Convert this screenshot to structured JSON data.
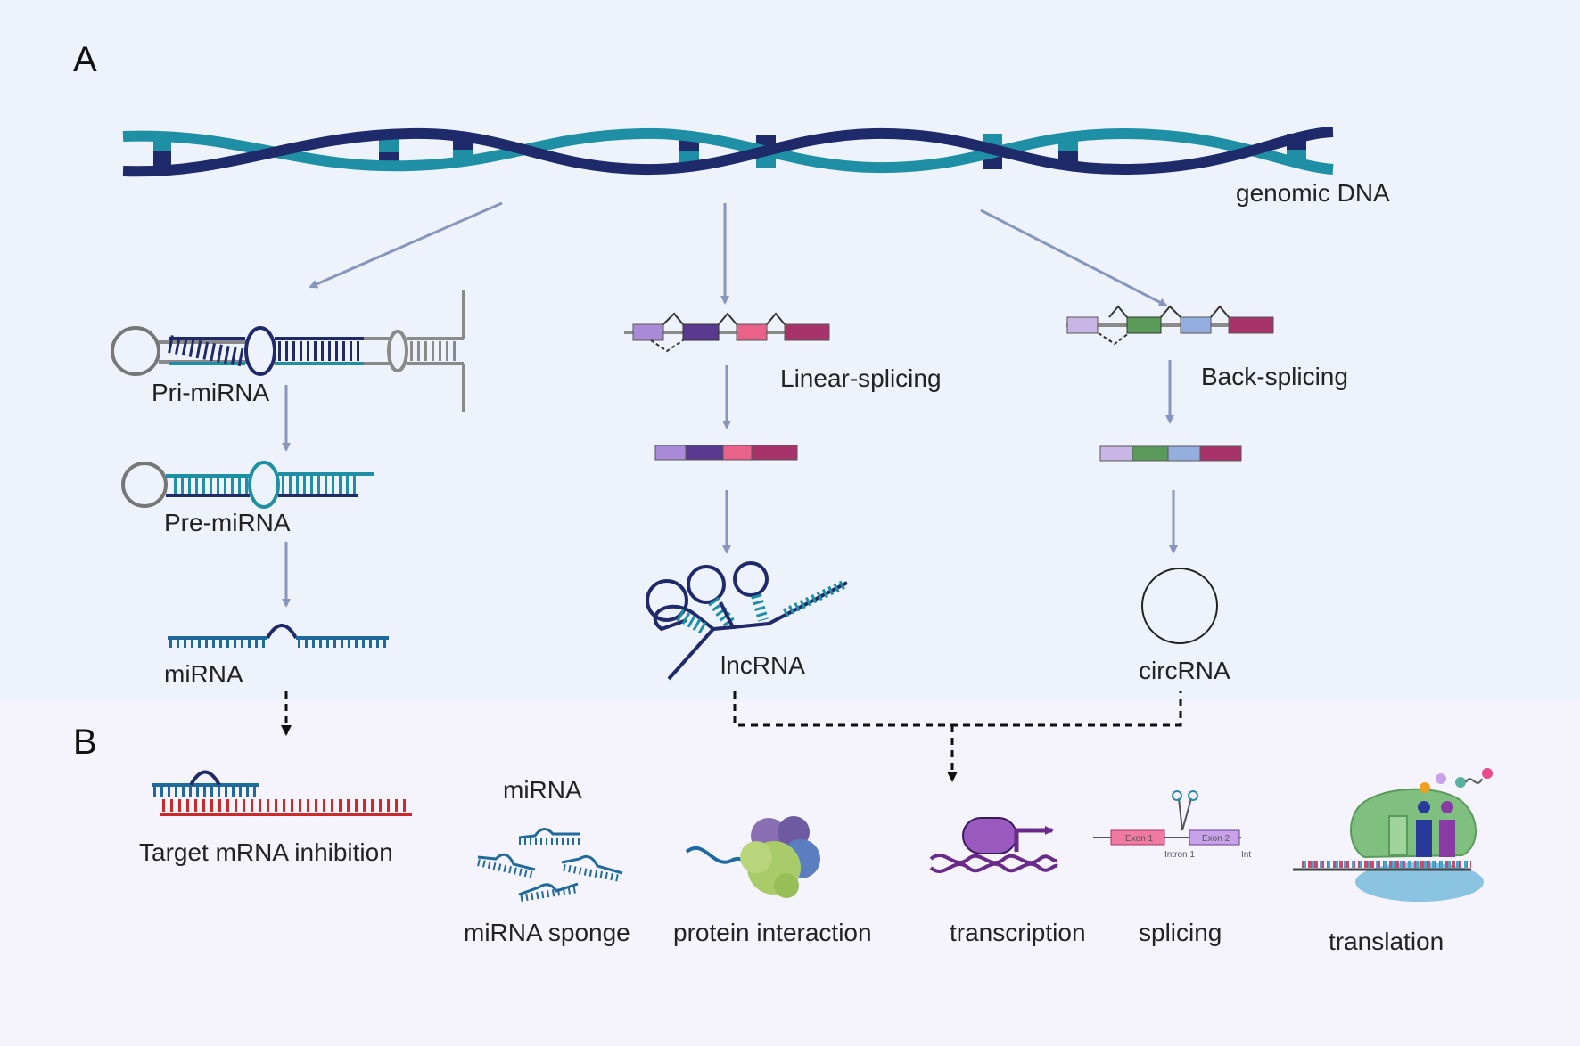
{
  "panels": {
    "a": "A",
    "b": "B"
  },
  "labels": {
    "genomic_dna": "genomic DNA",
    "pri_mirna": "Pri-miRNA",
    "pre_mirna": "Pre-miRNA",
    "mirna": "miRNA",
    "linear_splicing": "Linear-splicing",
    "back_splicing": "Back-splicing",
    "lncrna": "lncRNA",
    "circrna": "circRNA"
  },
  "functions": {
    "target_mrna": "Target mRNA inhibition",
    "sponge_title": "miRNA",
    "sponge": "miRNA sponge",
    "protein": "protein interaction",
    "transcription": "transcription",
    "splicing": "splicing",
    "translation": "translation"
  },
  "splicing_icon": {
    "exon1": "Exon 1",
    "exon2": "Exon 2",
    "intron": "Intron 1",
    "int": "Int"
  },
  "colors": {
    "panel_a_bg": "#eef3fb",
    "panel_b_bg": "#f5f4fc",
    "dna_dark": "#1f2a6b",
    "dna_teal": "#1f8fa5",
    "arrow": "#8696bf",
    "exon_lilac": "#a98ad6",
    "exon_purple": "#5a3a8e",
    "exon_pink": "#e8628a",
    "exon_magenta": "#a8336b",
    "exon_pale": "#c9b6e4",
    "exon_green": "#5a9a5a",
    "exon_blue": "#93aede"
  }
}
